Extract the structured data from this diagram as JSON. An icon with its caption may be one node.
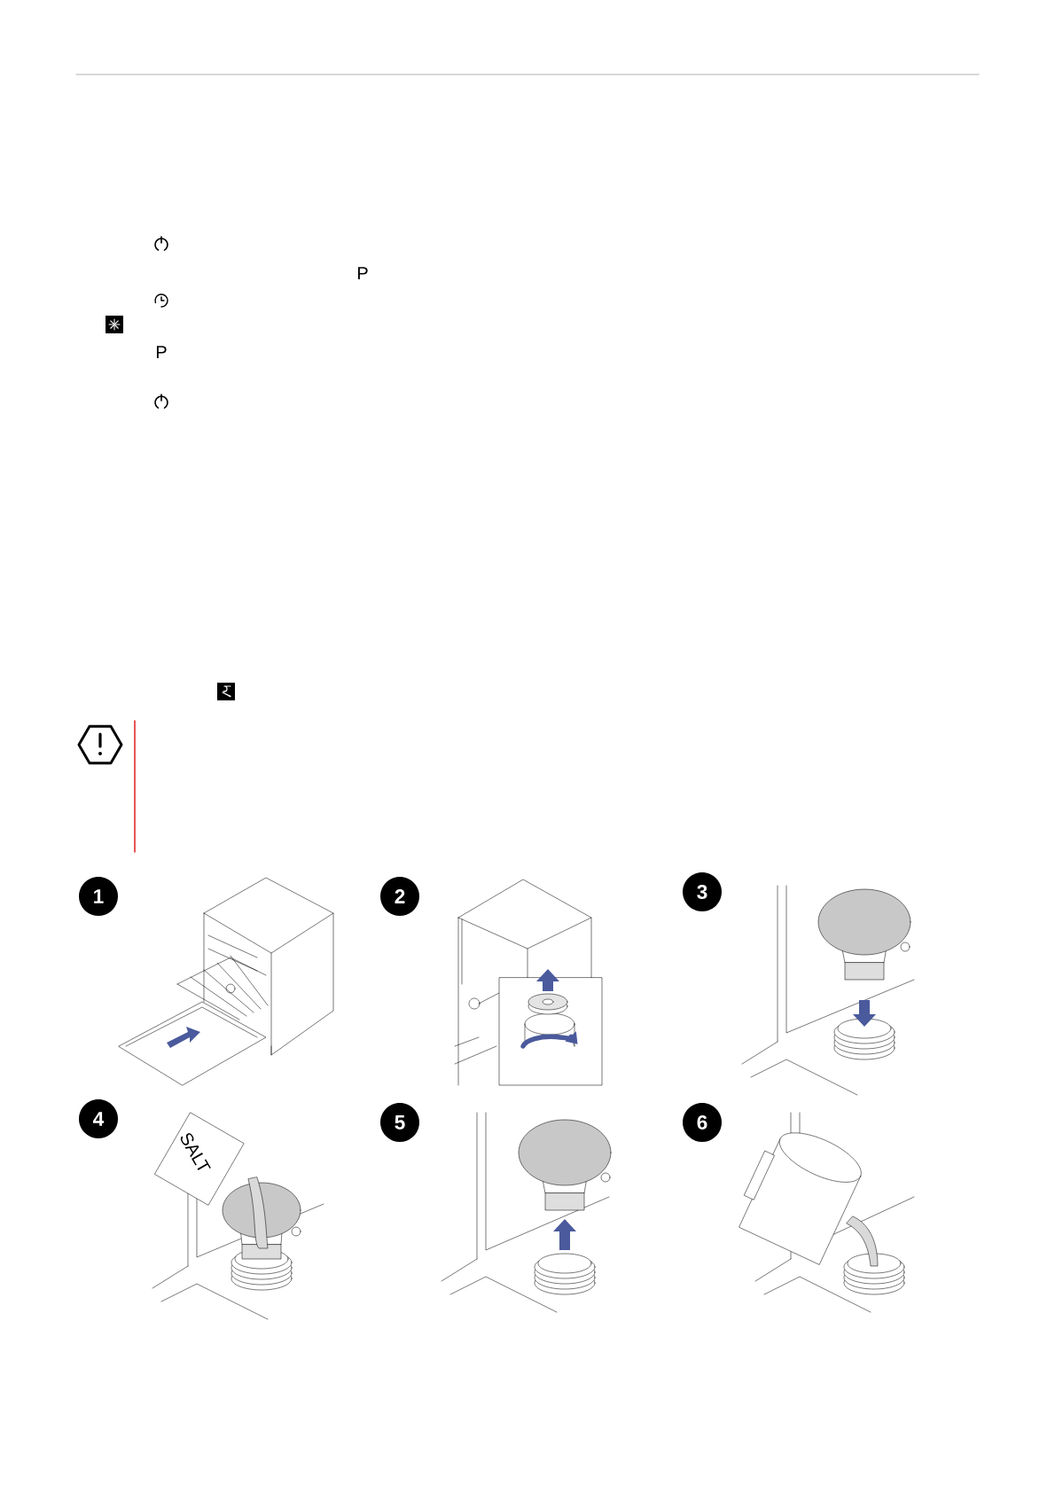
{
  "diagram": {
    "labels": [
      "P",
      "P",
      "1",
      "2",
      "3",
      "4",
      "SALT",
      "5",
      "6"
    ]
  }
}
